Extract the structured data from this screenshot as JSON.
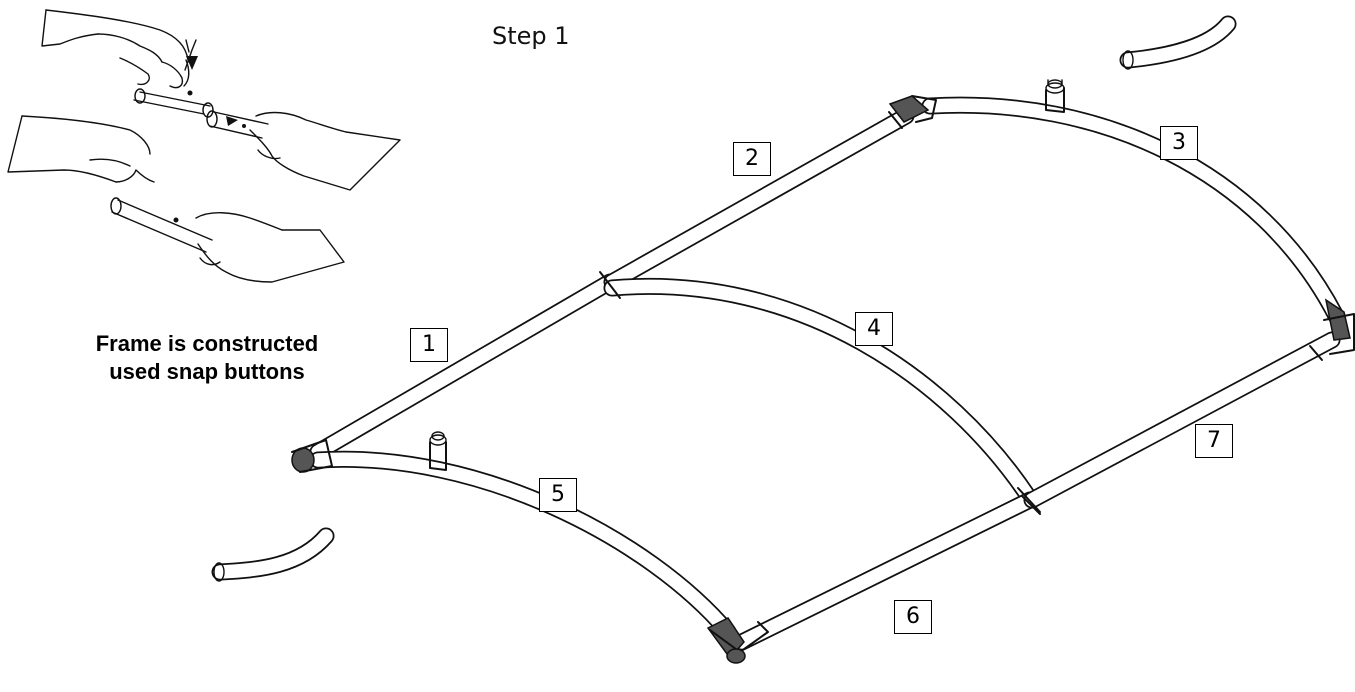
{
  "step_title": "Step 1",
  "caption": {
    "line1": "Frame is constructed",
    "line2": "used snap buttons"
  },
  "part_labels": [
    "1",
    "2",
    "3",
    "4",
    "5",
    "6",
    "7"
  ],
  "icons": {
    "hands": "hands-snap-button-illustration",
    "frame": "bimini-frame-illustration",
    "loose_tube": "curved-tube-icon"
  }
}
